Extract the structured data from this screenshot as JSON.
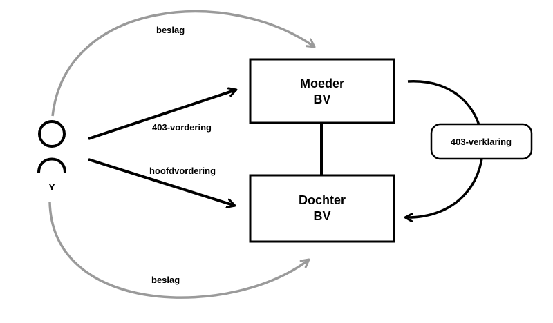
{
  "colors": {
    "stroke": "#000000",
    "gray_arrow": "#9a9a9a",
    "background": "#ffffff"
  },
  "nodes": {
    "moeder": {
      "line1": "Moeder",
      "line2": "BV"
    },
    "dochter": {
      "line1": "Dochter",
      "line2": "BV"
    },
    "person": {
      "label": "Y",
      "icon": "person-icon"
    },
    "verklaring": {
      "label": "403-verklaring"
    }
  },
  "edges": {
    "beslag_top": "beslag",
    "vordering_403": "403-vordering",
    "hoofdvordering": "hoofdvordering",
    "beslag_bottom": "beslag"
  }
}
